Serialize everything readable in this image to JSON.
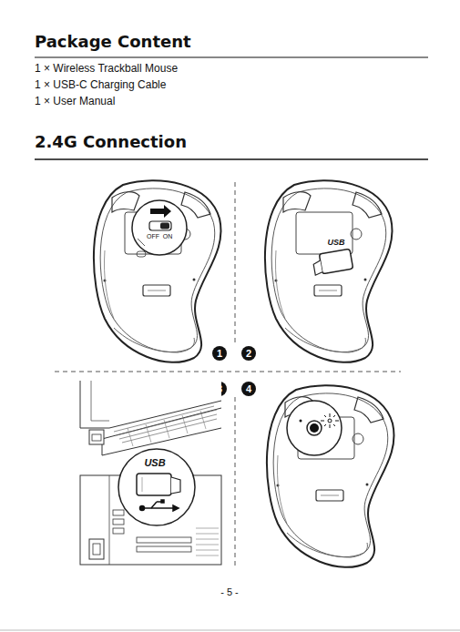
{
  "diagram": {
    "title": "Package Content",
    "labels": [
      "1 × Wireless Trackball Mouse",
      "1 × USB-C Charging Cable",
      "1 × User Manual",
      "2.4G Connection",
      "OFF",
      "ON",
      "USB",
      "1",
      "2",
      "3",
      "4",
      "USB",
      "- 5 -"
    ]
  }
}
